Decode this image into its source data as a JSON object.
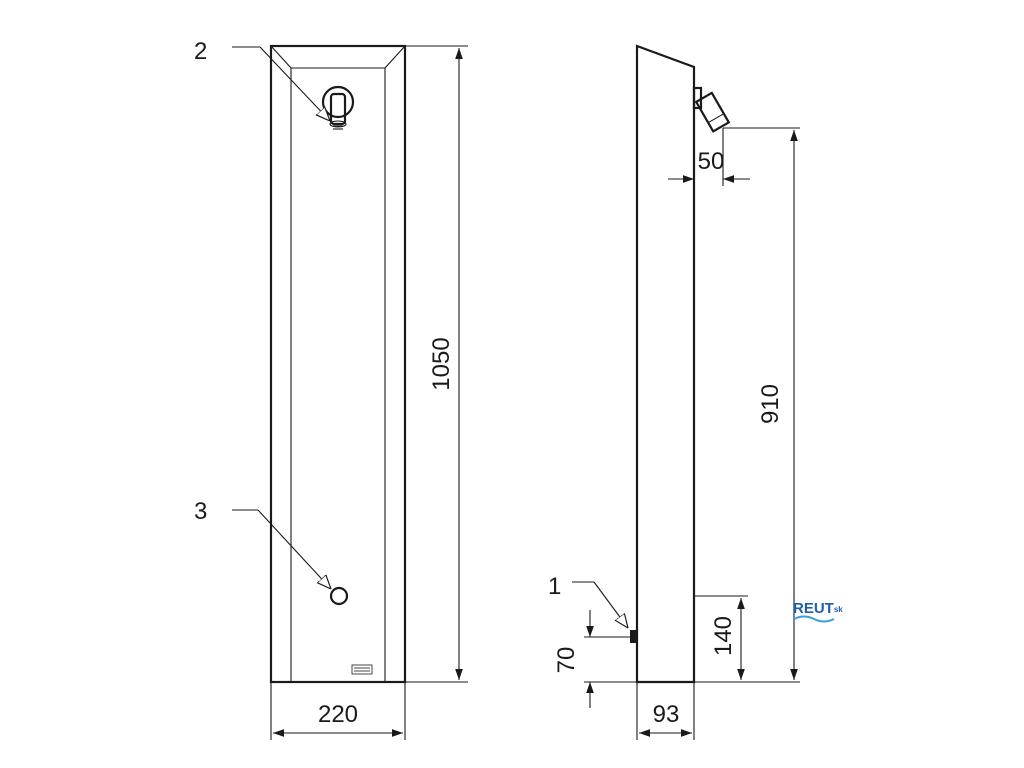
{
  "front_view": {
    "width_dim": "220",
    "height_dim": "1050",
    "callout_showerhead": "2",
    "callout_button": "3"
  },
  "side_view": {
    "depth_dim": "93",
    "offset_dim": "50",
    "outlet_height_dim": "910",
    "button_panel_dim": "140",
    "valve_height_dim": "70",
    "callout_valve": "1"
  },
  "logo": {
    "brand": "REUT",
    "suffix": "sk",
    "colors": {
      "text": "#1f5fa8",
      "wave": "#3aa0d8"
    }
  },
  "colors": {
    "line": "#1a1a1a",
    "background": "#ffffff"
  }
}
